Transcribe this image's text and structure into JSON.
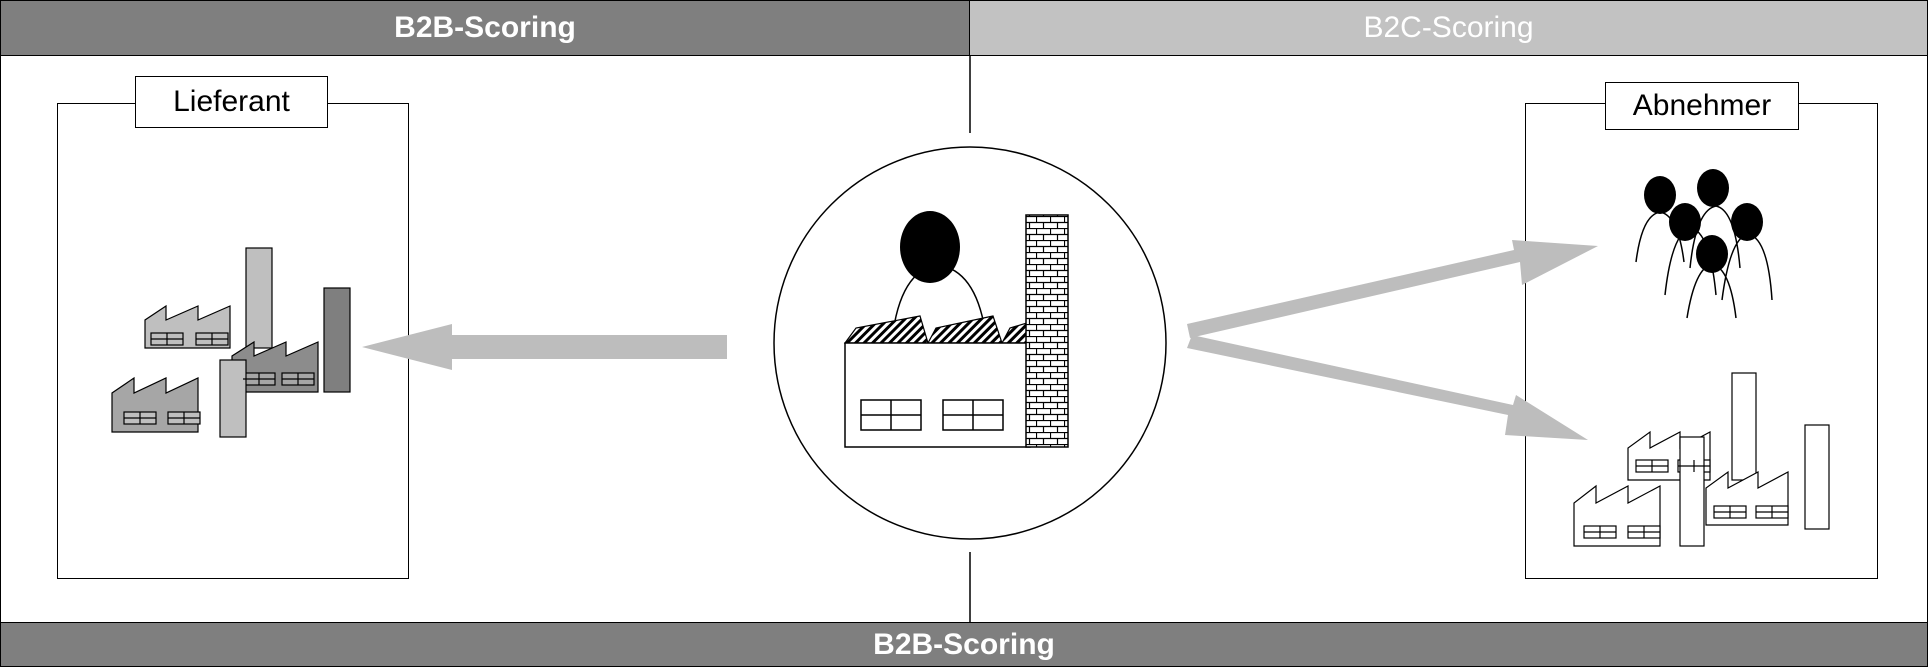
{
  "header": {
    "left_title": "B2B-Scoring",
    "right_title": "B2C-Scoring"
  },
  "footer": {
    "title": "B2B-Scoring"
  },
  "left_box": {
    "label": "Lieferant",
    "icon": "factory-group-icon"
  },
  "right_box": {
    "label": "Abnehmer",
    "icons": [
      "people-group-icon",
      "factory-group-icon"
    ]
  },
  "center": {
    "icon": "person-factory-icon"
  },
  "colors": {
    "header_dark": "#7f7f7f",
    "header_light": "#c2c2c2",
    "arrow": "#bdbdbd",
    "factory_light": "#bfbfbf",
    "factory_mid": "#a6a6a6",
    "factory_dark": "#7f7f7f"
  }
}
